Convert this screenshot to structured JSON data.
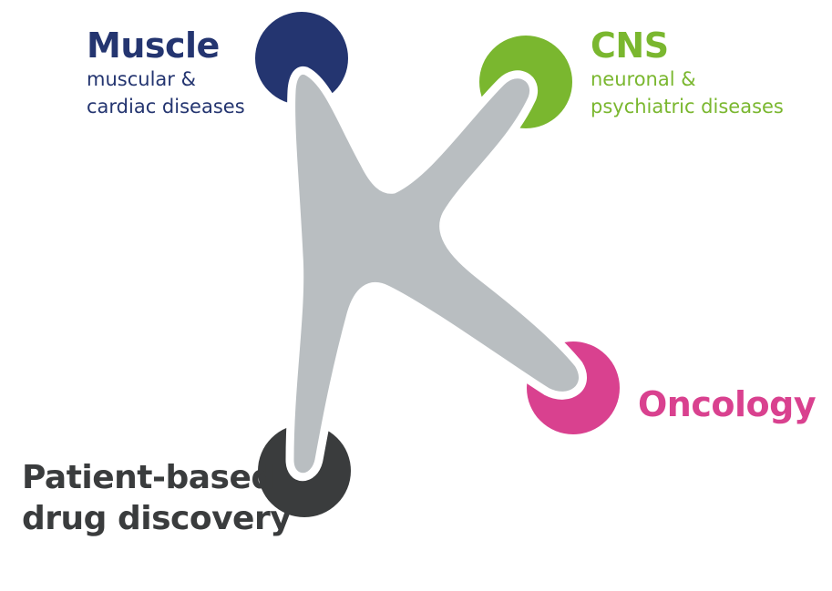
{
  "colors": {
    "muscle": "#243570",
    "cns": "#7ab72f",
    "oncology": "#d9418f",
    "patient": "#3a3c3d",
    "body": "#b9bec1"
  },
  "nodes": {
    "muscle": {
      "title": "Muscle",
      "subtitle_line1": "muscular &",
      "subtitle_line2": "cardiac diseases"
    },
    "cns": {
      "title": "CNS",
      "subtitle_line1": "neuronal &",
      "subtitle_line2": "psychiatric diseases"
    },
    "oncology": {
      "title": "Oncology"
    },
    "patient": {
      "title_line1": "Patient-based",
      "title_line2": "drug discovery"
    }
  }
}
